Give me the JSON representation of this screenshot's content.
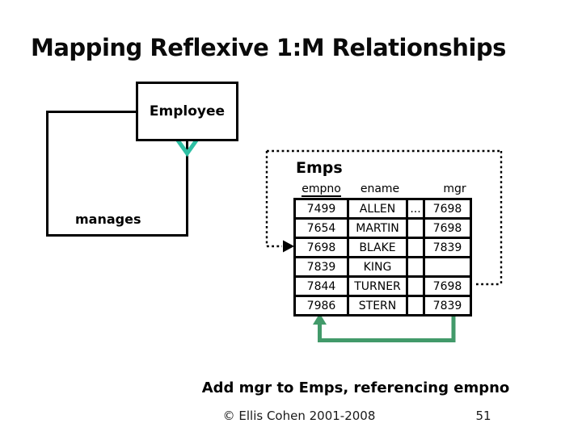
{
  "slide": {
    "title": "Mapping Reflexive 1:M Relationships",
    "caption": "Add mgr to Emps, referencing empno",
    "footer": {
      "copyright": "© Ellis Cohen 2001-2008",
      "page_number": "51"
    }
  },
  "diagram": {
    "entity_label": "Employee",
    "relationship_label": "manages"
  },
  "emps": {
    "title": "Emps",
    "headers": {
      "empno": "empno",
      "ename": "ename",
      "mgr": "mgr"
    },
    "rows": [
      {
        "empno": "7499",
        "ename": "ALLEN",
        "dots": "...",
        "mgr": "7698"
      },
      {
        "empno": "7654",
        "ename": "MARTIN",
        "dots": "",
        "mgr": "7698"
      },
      {
        "empno": "7698",
        "ename": "BLAKE",
        "dots": "",
        "mgr": "7839"
      },
      {
        "empno": "7839",
        "ename": "KING",
        "dots": "",
        "mgr": ""
      },
      {
        "empno": "7844",
        "ename": "TURNER",
        "dots": "",
        "mgr": "7698"
      },
      {
        "empno": "7986",
        "ename": "STERN",
        "dots": "",
        "mgr": "7839"
      }
    ]
  },
  "colors": {
    "teal_arrow": "#2ec0a4",
    "green_arrow": "#429a6a",
    "line_black": "#000000"
  }
}
